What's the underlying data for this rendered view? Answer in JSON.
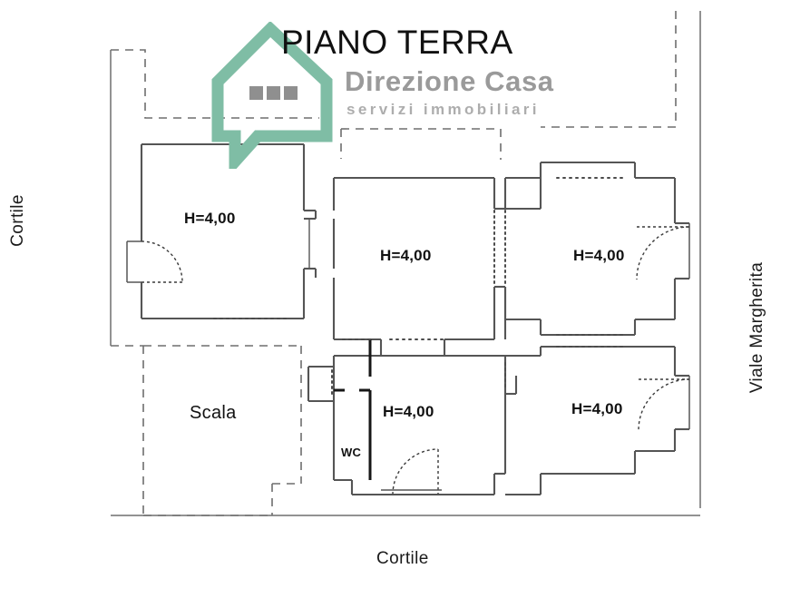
{
  "document": {
    "kind": "floor-plan",
    "title": "PIANO TERRA"
  },
  "watermark": {
    "title": "PIANO TERRA",
    "brand": "Direzione Casa",
    "tagline": "servizi immobiliari",
    "logo_icon": "house-speech-bubble-icon",
    "logo_color": "#7fbda5",
    "brand_color": "#9a9a9a",
    "tagline_color": "#adadad",
    "title_color": "#111111"
  },
  "edge_labels": {
    "left": "Cortile",
    "bottom": "Cortile",
    "right": "Viale Margherita"
  },
  "rooms": [
    {
      "id": "left-room",
      "label": "H=4,00",
      "height_m": "4,00"
    },
    {
      "id": "center-room",
      "label": "H=4,00",
      "height_m": "4,00"
    },
    {
      "id": "top-right-room",
      "label": "H=4,00",
      "height_m": "4,00"
    },
    {
      "id": "bottom-mid-room",
      "label": "H=4,00",
      "height_m": "4,00"
    },
    {
      "id": "bottom-right-room",
      "label": "H=4,00",
      "height_m": "4,00"
    },
    {
      "id": "stairwell",
      "label": "Scala",
      "height_m": ""
    },
    {
      "id": "bathroom",
      "label": "WC",
      "height_m": ""
    }
  ],
  "style": {
    "wall_color": "#555555",
    "wall_color_dark": "#2b2b2b",
    "dash_color": "#6e6e6e",
    "background": "#ffffff"
  }
}
